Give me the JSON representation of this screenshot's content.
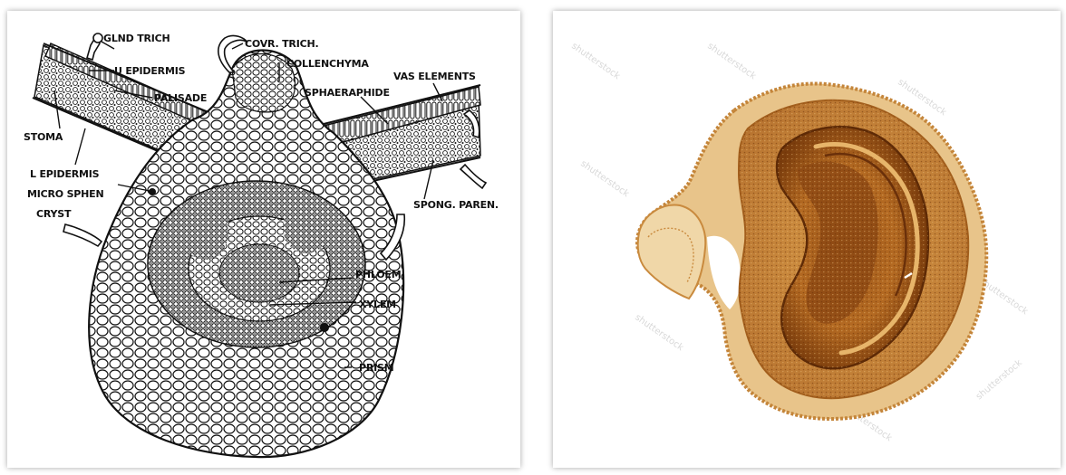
{
  "left_figure": {
    "labels": {
      "glnd_trich": "GLND TRICH",
      "u_epidermis": "U EPIDERMIS",
      "palisade": "PALISADE",
      "stoma": "STOMA",
      "l_epidermis": "L EPIDERMIS",
      "micro_sphen_cryst_1": "MICRO SPHEN",
      "micro_sphen_cryst_2": "CRYST",
      "covr_trich": "COVR. TRICH.",
      "collenchyma": "COLLENCHYMA",
      "vas_elements": "VAS ELEMENTS",
      "sphaeraphide": "SPHAERAPHIDE",
      "spong_paren": "SPONG. PAREN.",
      "phloem": "PHLOEM",
      "xylem": "XYLEM",
      "prism": "PRISM"
    },
    "colors": {
      "ink": "#111111",
      "paper": "#ffffff"
    }
  },
  "right_figure": {
    "colors": {
      "tissue_dark": "#8a4a12",
      "tissue_mid": "#c07a2a",
      "tissue_light": "#e8b86a",
      "background": "#ffffff"
    },
    "watermark": "shutterstock"
  }
}
